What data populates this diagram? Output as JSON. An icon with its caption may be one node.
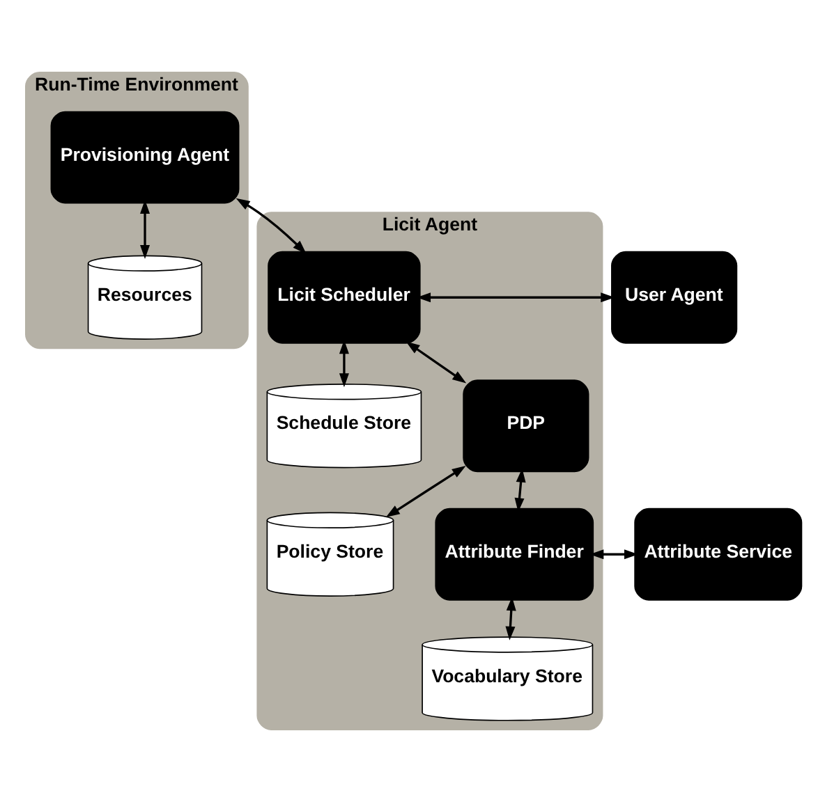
{
  "diagram": {
    "nodes": [
      {
        "text": [
          "Run-Time Environment"
        ]
      },
      {
        "text": [
          "Provisioning Agent"
        ],
        "in": 0
      },
      {
        "text": [
          "Resources"
        ],
        "in": 0
      },
      {
        "text": [
          "Licit Agent"
        ]
      },
      {
        "text": [
          "User Agent"
        ]
      },
      {
        "text": [
          "Licit Scheduler"
        ],
        "in": 3
      },
      {
        "text": [
          "Schedule Store"
        ],
        "in": 3
      },
      {
        "text": [
          "PDP"
        ],
        "in": 3
      },
      {
        "text": [
          "Policy Store"
        ],
        "in": 3
      },
      {
        "text": [
          "Attribute Service"
        ]
      },
      {
        "text": [
          "Attribute Finder"
        ],
        "in": 3
      },
      {
        "text": [
          "Vocabulary Store"
        ],
        "in": 3
      }
    ],
    "edges": [
      {
        "from": 1,
        "to": 2,
        "arrow": "both"
      },
      {
        "from": 1,
        "to": 5,
        "arrow": "both"
      },
      {
        "from": 4,
        "to": 5,
        "arrow": "both"
      },
      {
        "from": 5,
        "to": 6,
        "arrow": "both"
      },
      {
        "from": 5,
        "to": 7,
        "arrow": "both"
      },
      {
        "from": 7,
        "to": 8,
        "arrow": "both"
      },
      {
        "from": 7,
        "to": 10,
        "arrow": "both"
      },
      {
        "from": 9,
        "to": 10,
        "arrow": "both"
      },
      {
        "from": 10,
        "to": 11,
        "arrow": "both"
      }
    ]
  }
}
